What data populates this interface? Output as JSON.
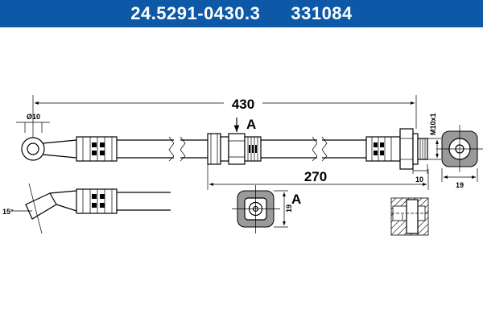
{
  "header": {
    "part_number": "24.5291-0430.3",
    "ref_number": "331084",
    "background_color": "#0d59a8",
    "text_color": "#ffffff"
  },
  "dimensions": {
    "total_length": "430",
    "partial_length": "270",
    "eye_diameter": "Ø10",
    "thread": "M10x1",
    "fitting_width": "10",
    "hex_size_end": "19",
    "hex_size_detail": "19",
    "bend_angle": "15°",
    "detail_label_top": "A",
    "detail_label_side": "A"
  }
}
